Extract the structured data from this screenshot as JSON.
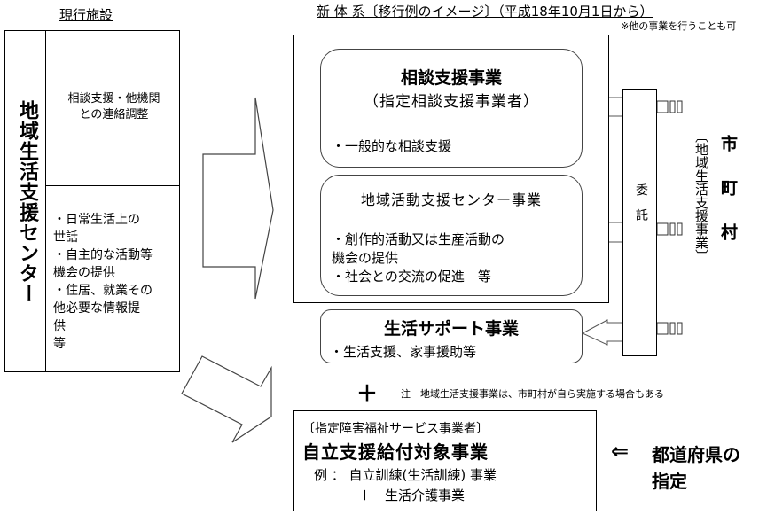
{
  "left": {
    "heading": "現行施設",
    "center_name": "地域生活支援センター",
    "top_cell": [
      "相談支援・他機関",
      "との連絡調整"
    ],
    "bottom_cell": [
      "・日常生活上の",
      "世話",
      "・自主的な活動等",
      "機会の提供",
      "・住居、就業その",
      "他必要な情報提",
      "供",
      "等"
    ]
  },
  "right": {
    "heading": "新 体 系〔移行例のイメージ〕（平成18年10月1日から）",
    "note_top": "※他の事業を行うことも可",
    "sodan": {
      "title": "相談支援事業",
      "subtitle": "（指定相談支援事業者）",
      "item": "・一般的な相談支援"
    },
    "chiiki": {
      "title": "地域活動支援センター事業",
      "items": [
        "・創作的活動又は生産活動の",
        "機会の提供",
        "・社会との交流の促進　等"
      ]
    },
    "seikatsu": {
      "title": "生活サポート事業",
      "item": "・生活支援、家事援助等"
    },
    "itaku": "委　託",
    "municipality": "市　町　村",
    "municipality_sub": "〔地域生活支援事業〕",
    "plus": "＋",
    "note_bottom": "注　地域生活支援事業は、市町村が自ら実施する場合もある",
    "jiritsu": {
      "provider": "〔指定障害福祉サービス事業者〕",
      "title": "自立支援給付対象事業",
      "example": "例 ： 自立訓練(生活訓練) 事業",
      "example2": "＋　生活介護事業"
    },
    "arrow_left": "⇐",
    "prefecture": [
      "都道府県の",
      "指定"
    ]
  }
}
